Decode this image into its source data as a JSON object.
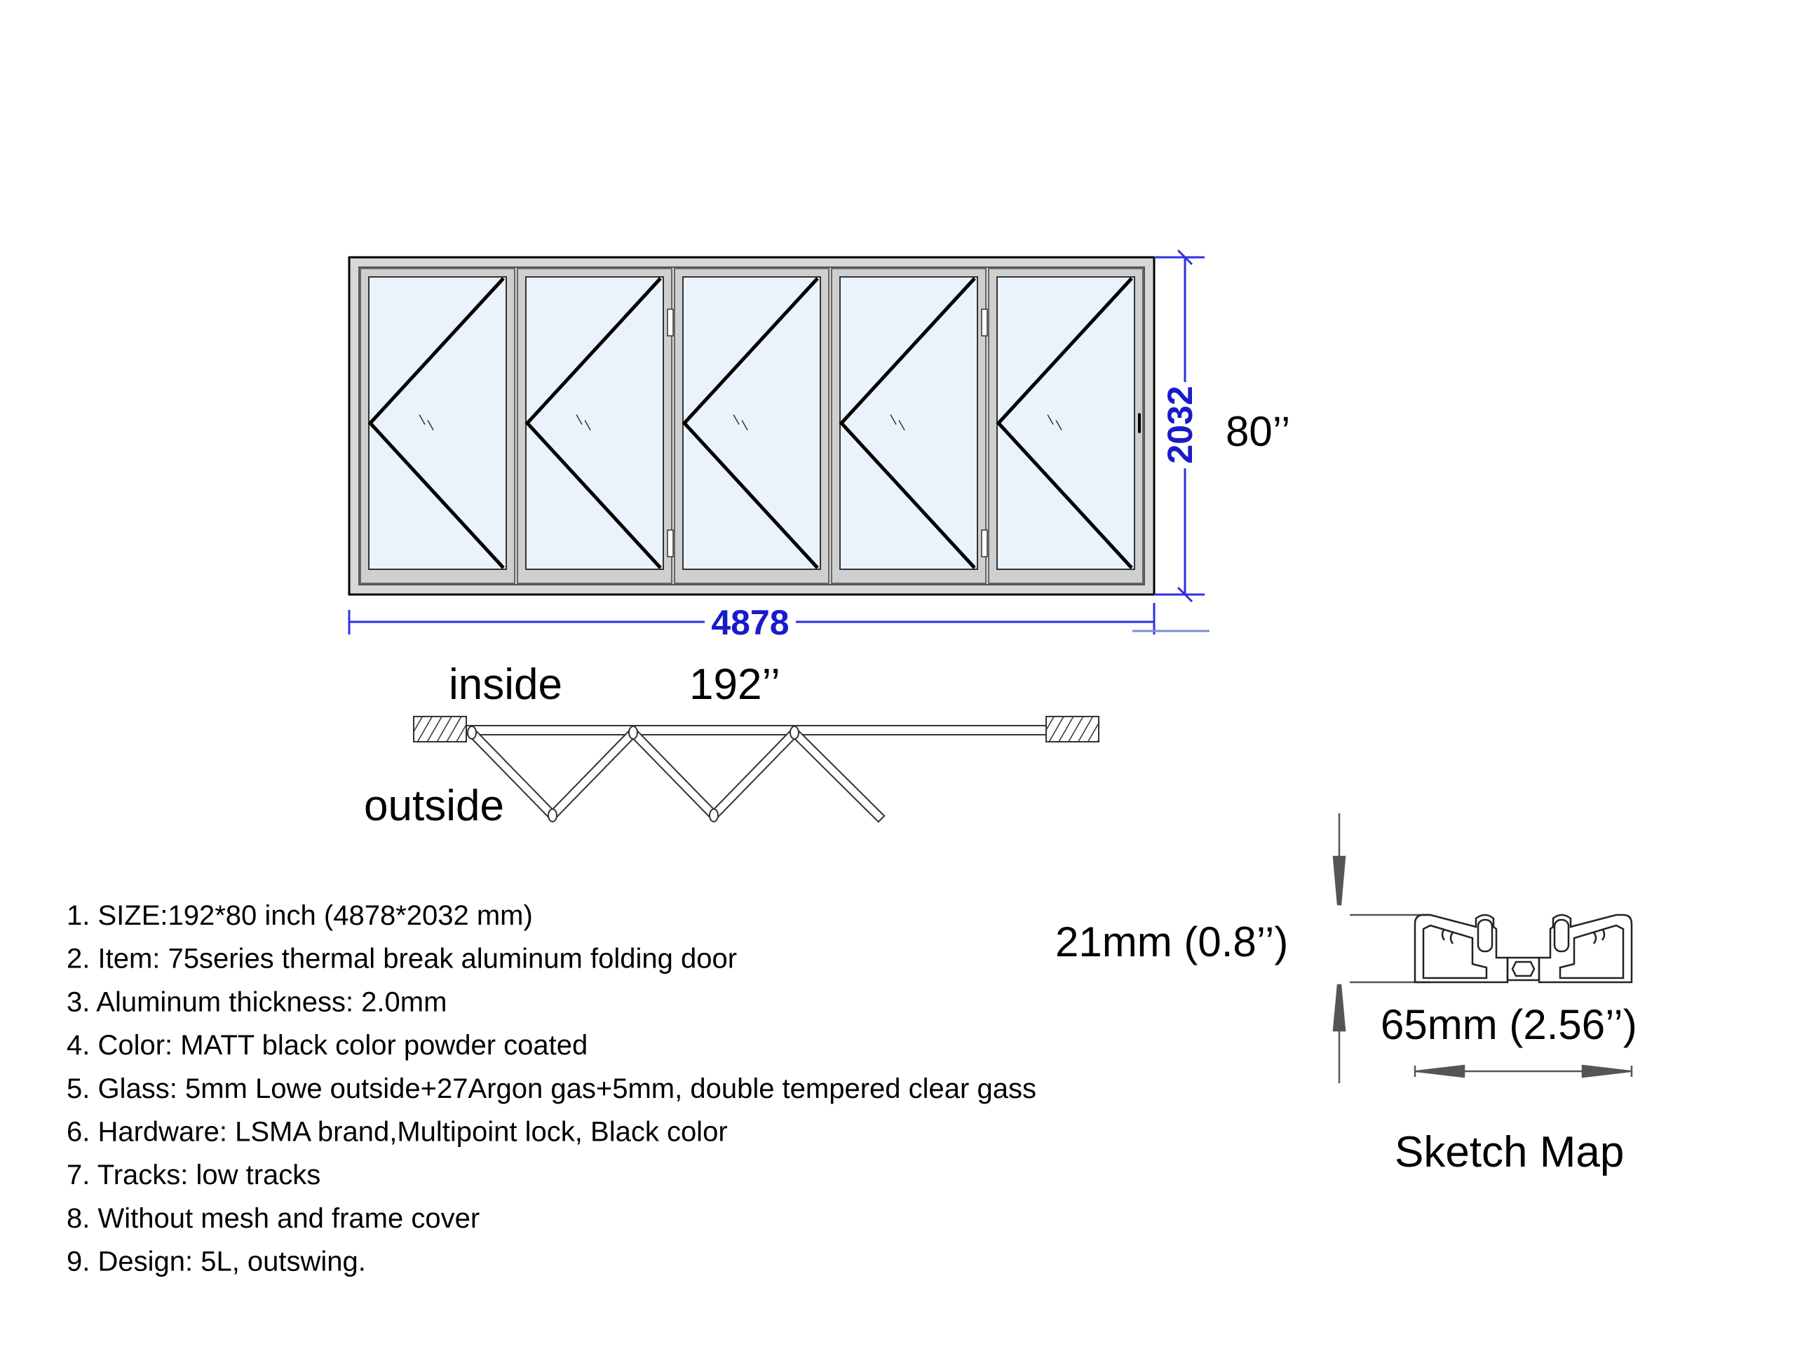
{
  "elevation": {
    "panel_count": 5,
    "width_dimension": "4878",
    "height_dimension": "2032",
    "height_inches": "80’’",
    "colors": {
      "frame": "#d8d8d8",
      "glass": "#eaf3fc",
      "dimension": "#3030e0",
      "outline": "#000000"
    }
  },
  "plan": {
    "inside_label": "inside",
    "width_inches": "192’’",
    "outside_label": "outside"
  },
  "specs": [
    "1. SIZE:192*80 inch (4878*2032 mm)",
    "2. Item: 75series thermal break aluminum folding door",
    "3. Aluminum thickness: 2.0mm",
    "4. Color: MATT black color powder coated",
    "5. Glass: 5mm Lowe outside+27Argon gas+5mm, double tempered clear gass",
    "6. Hardware: LSMA brand,Multipoint lock, Black color",
    "7. Tracks: low tracks",
    "8. Without mesh and frame cover",
    "9. Design: 5L, outswing."
  ],
  "profile": {
    "height_label": "21mm (0.8’’)",
    "width_label": "65mm (2.56’’)",
    "caption": "Sketch Map"
  }
}
